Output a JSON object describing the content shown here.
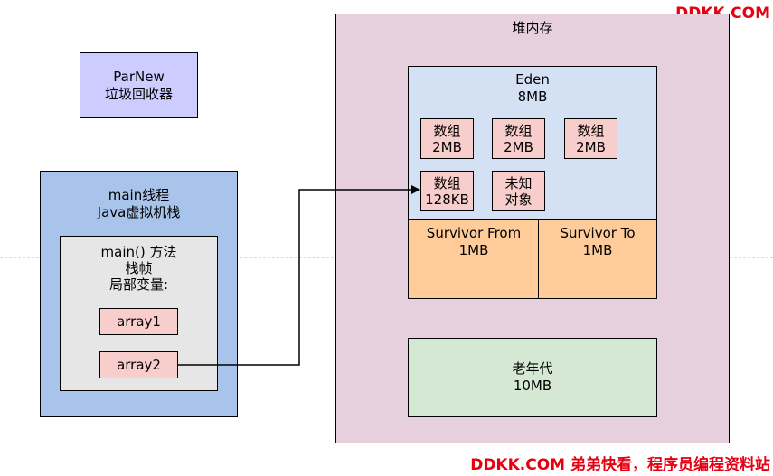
{
  "watermark": {
    "top": "DDKK.COM",
    "bottom": "DDKK.COM 弟弟快看，程序员编程资料站"
  },
  "parnew": {
    "line1": "ParNew",
    "line2": "垃圾回收器"
  },
  "thread": {
    "line1": "main线程",
    "line2": "Java虚拟机栈",
    "frame": {
      "line1": "main() 方法",
      "line2": "栈帧",
      "line3": "局部变量:",
      "vars": [
        "array1",
        "array2"
      ]
    }
  },
  "heap": {
    "title": "堆内存",
    "eden": {
      "name": "Eden",
      "size": "8MB",
      "objects": [
        {
          "line1": "数组",
          "line2": "2MB"
        },
        {
          "line1": "数组",
          "line2": "2MB"
        },
        {
          "line1": "数组",
          "line2": "2MB"
        },
        {
          "line1": "数组",
          "line2": "128KB"
        },
        {
          "line1": "未知",
          "line2": "对象"
        }
      ]
    },
    "survivor_from": {
      "name": "Survivor From",
      "size": "1MB"
    },
    "survivor_to": {
      "name": "Survivor To",
      "size": "1MB"
    },
    "old_gen": {
      "name": "老年代",
      "size": "10MB"
    }
  }
}
